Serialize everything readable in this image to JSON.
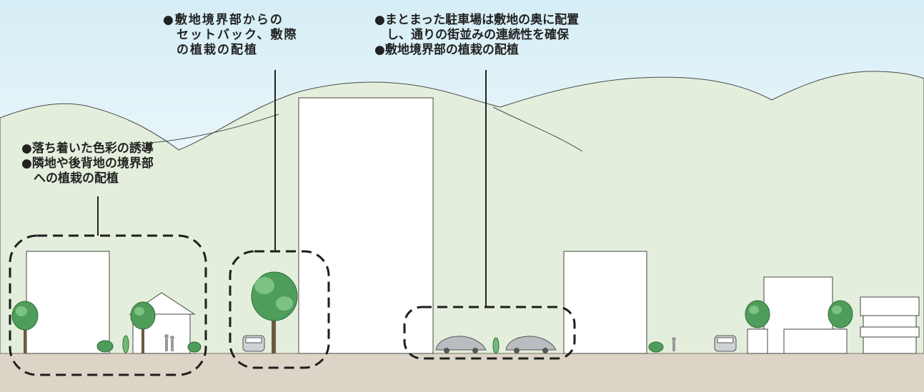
{
  "annotations": [
    {
      "id": "left",
      "lines": [
        "●落ち着いた色彩の誘導",
        "●隣地や後背地の境界部",
        "　への植栽の配植"
      ]
    },
    {
      "id": "center",
      "lines": [
        "●敷地境界部からの",
        "　セットバック、敷際",
        "　の植栽の配植"
      ]
    },
    {
      "id": "right",
      "lines": [
        "●まとまった駐車場は敷地の奥に配置",
        "　し、通りの街並みの連続性を確保",
        "●敷地境界部の植栽の配植"
      ]
    }
  ],
  "colors": {
    "sky_top": "#d6eef6",
    "sky_bottom": "#ffffff",
    "hills": "#e3efdc",
    "ground": "#ddd4c8",
    "tree_dark": "#3f8f4e",
    "tree_light": "#74b97a",
    "car": "#b9bcc0"
  }
}
